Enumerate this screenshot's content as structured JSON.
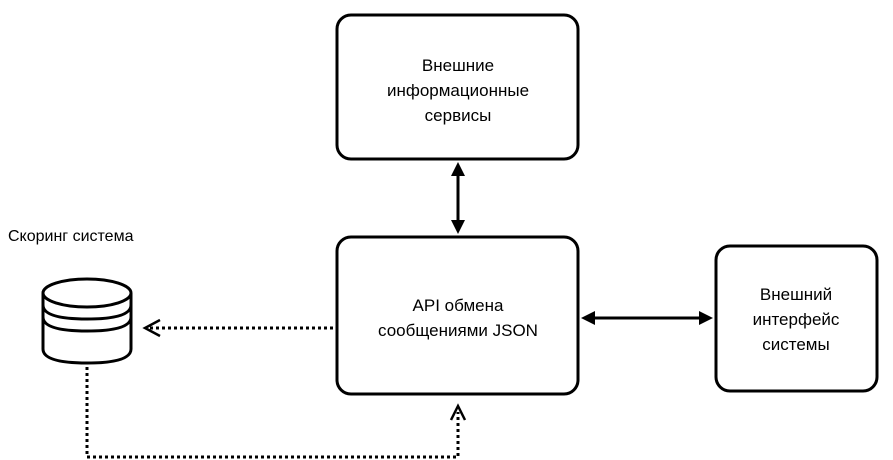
{
  "diagram": {
    "nodes": {
      "external_services": {
        "lines": [
          "Внешние",
          "информационные",
          "сервисы"
        ]
      },
      "api": {
        "lines": [
          "API обмена",
          "сообщениями JSON"
        ]
      },
      "external_interface": {
        "lines": [
          "Внешний",
          "интерфейс",
          "системы"
        ]
      },
      "scoring": {
        "caption": "Скоринг система"
      }
    },
    "edges": [
      {
        "from": "api",
        "to": "external_services",
        "style": "solid",
        "direction": "both"
      },
      {
        "from": "api",
        "to": "external_interface",
        "style": "solid",
        "direction": "both"
      },
      {
        "from": "api",
        "to": "scoring",
        "style": "dotted",
        "direction": "forward"
      },
      {
        "from": "scoring",
        "to": "api",
        "style": "dotted",
        "direction": "forward"
      }
    ]
  }
}
